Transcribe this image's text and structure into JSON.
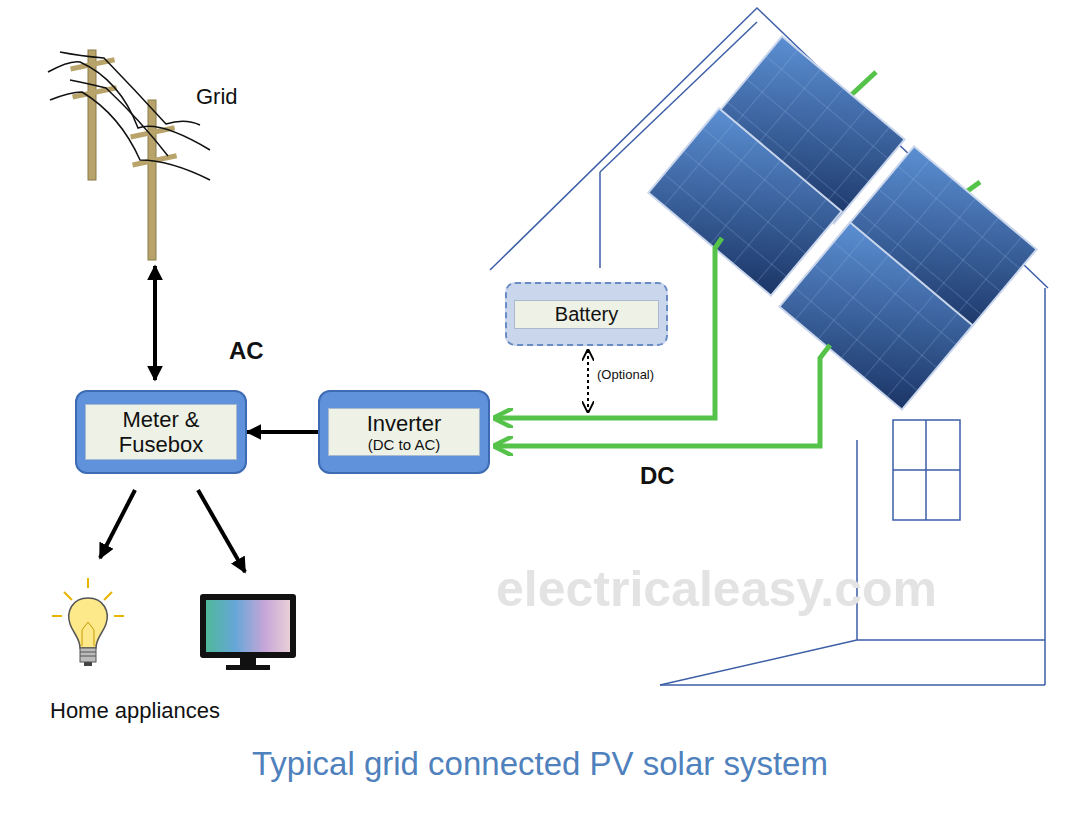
{
  "diagram": {
    "caption": "Typical grid connected PV solar system",
    "nodes": [
      {
        "text": [
          "Battery"
        ]
      },
      {
        "text": [
          "Meter & Fusebox"
        ]
      },
      {
        "text": [
          "Inverter",
          "(DC to AC)"
        ]
      }
    ],
    "edges": [
      {
        "from": 2,
        "to": 1,
        "arrow": "to"
      }
    ],
    "labels": [
      "Grid",
      "AC",
      "(Optional)",
      "DC",
      "Home appliances",
      "electricaleasy.com"
    ]
  }
}
